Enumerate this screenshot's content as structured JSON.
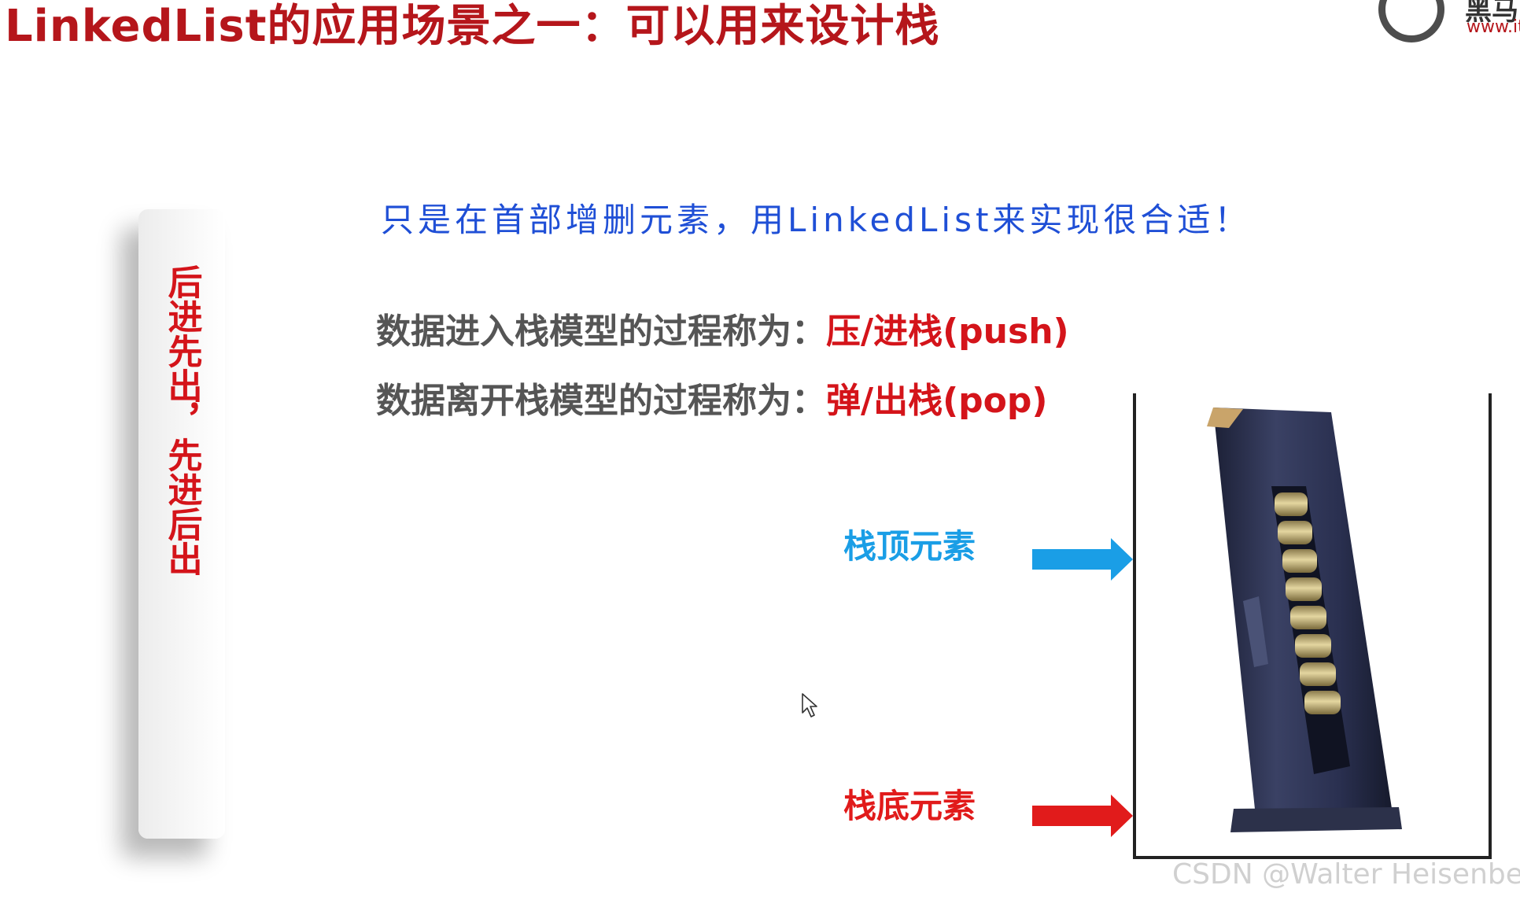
{
  "slide": {
    "title": "LinkedList的应用场景之一：可以用来设计栈",
    "note": "只是在首部增删元素，用LinkedList来实现很合适！",
    "motto": "后进先出，先进后出",
    "push_line": {
      "desc": "数据进入栈模型的过程称为：",
      "term": "压/进栈(push)"
    },
    "pop_line": {
      "desc": "数据离开栈模型的过程称为：",
      "term": "弹/出栈(pop)"
    },
    "top_label": "栈顶元素",
    "bottom_label": "栈底元素"
  },
  "logo": {
    "name": "黑马",
    "url": "www.it"
  },
  "watermark": "CSDN @Walter Heisenberg",
  "colors": {
    "title": "#b5161b",
    "note": "#1f4fd6",
    "term": "#d4141a",
    "top_arrow": "#1a9ee6",
    "bottom_arrow": "#e11b1b"
  },
  "icons": {
    "top_arrow": "right-arrow-icon",
    "bottom_arrow": "right-arrow-icon",
    "cursor": "mouse-pointer-icon",
    "stack_image": "pistol-magazine-illustration"
  }
}
